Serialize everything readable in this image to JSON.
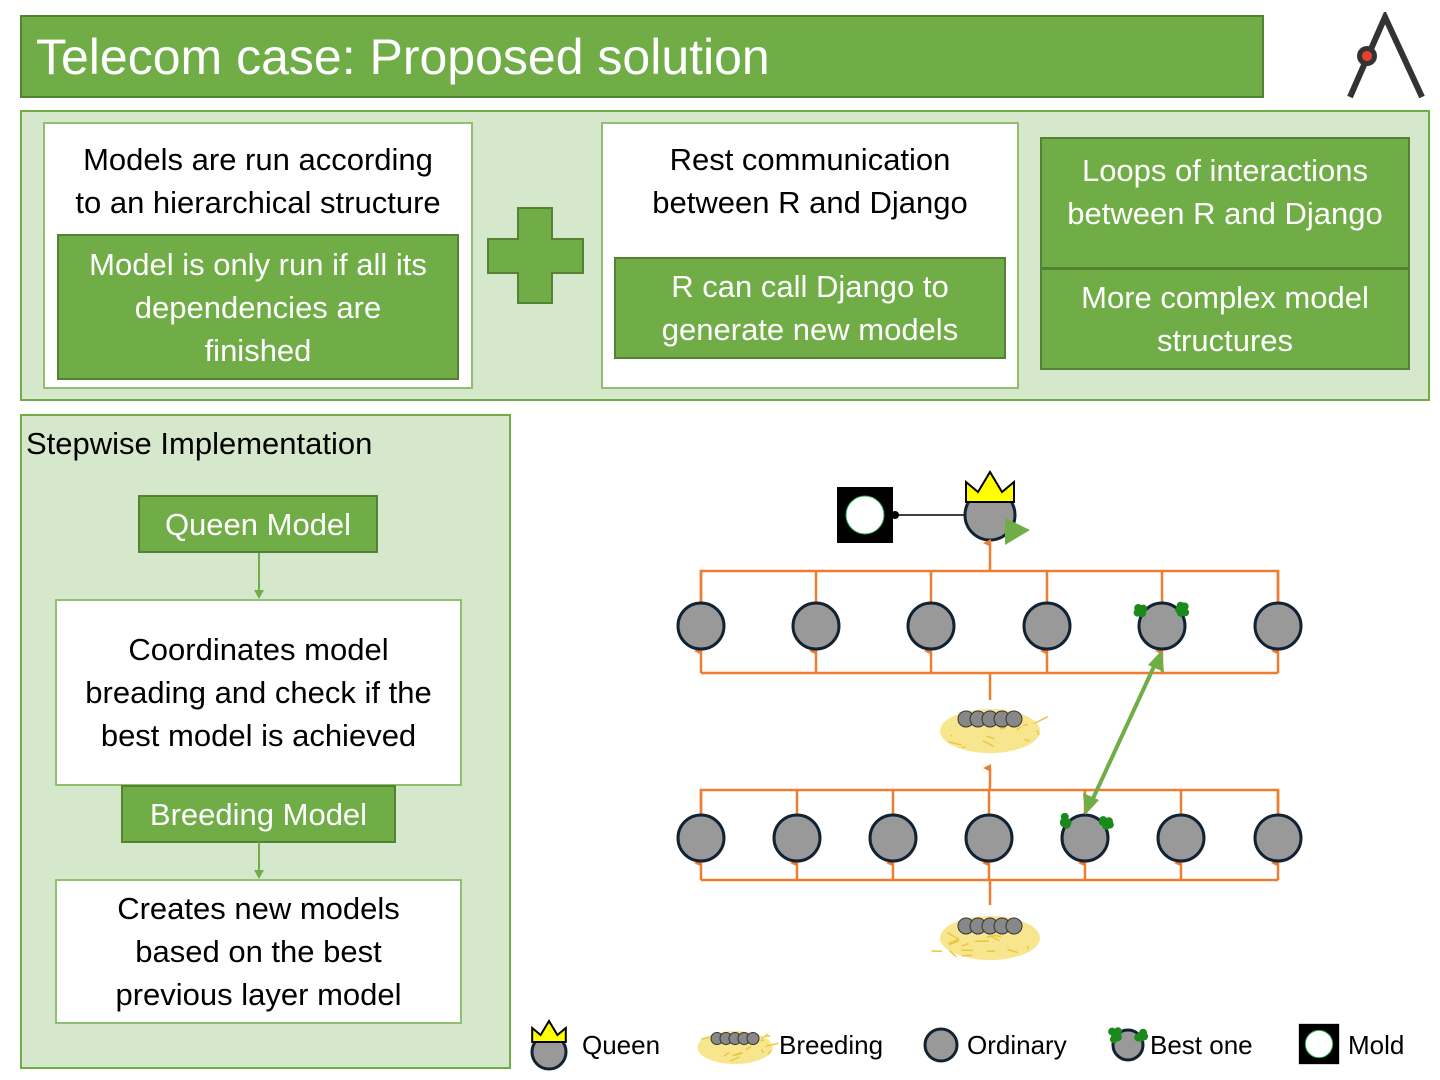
{
  "title": "Telecom case: Proposed solution",
  "top": {
    "box1": {
      "text": "Models are run according to an hierarchical structure",
      "overlay": "Model is only run if all its dependencies are finished"
    },
    "box2": {
      "text": "Rest communication between R and Django",
      "overlay": "R can call Django to generate new models"
    },
    "box3": {
      "text": "Loops of interactions between R and Django",
      "overlay": "More complex model structures"
    }
  },
  "stepwise": {
    "heading": "Stepwise Implementation",
    "queen_label": "Queen Model",
    "queen_desc": "Coordinates model breading and check if the best model is achieved",
    "breeding_label": "Breeding Model",
    "breeding_desc": "Creates new models based on the best previous layer model"
  },
  "legend": [
    "Queen",
    "Breeding",
    "Ordinary",
    "Best one",
    "Mold"
  ],
  "colors": {
    "green": "#70ad47",
    "orange": "#ed7d31",
    "node": "#999999",
    "crown": "#ffff00"
  }
}
